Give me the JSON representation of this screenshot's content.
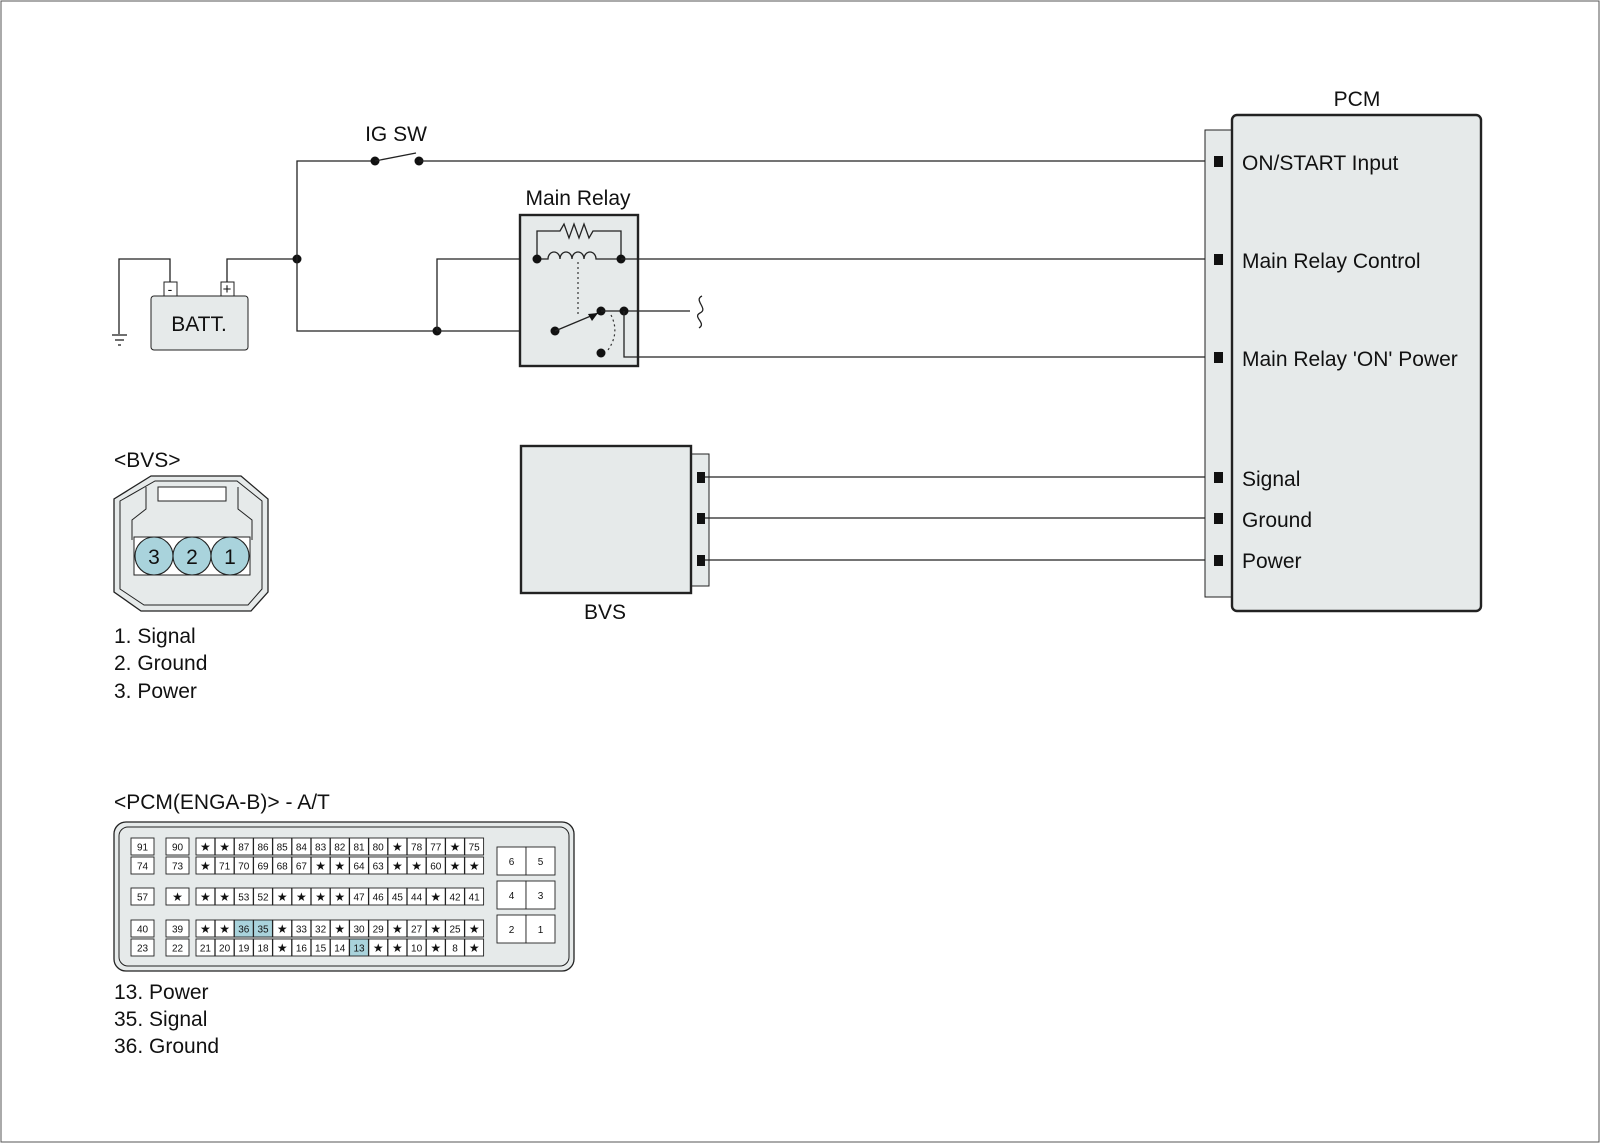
{
  "labels": {
    "ig_sw": "IG SW",
    "main_relay": "Main Relay",
    "batt": "BATT.",
    "batt_minus": "-",
    "batt_plus": "+",
    "pcm": "PCM",
    "bvs_box": "BVS",
    "bvs_connector": "<BVS>",
    "pcm_connector": "<PCM(ENGA-B)> - A/T"
  },
  "pcm_pins": [
    "ON/START Input",
    "Main Relay Control",
    "Main Relay 'ON' Power",
    "Signal",
    "Ground",
    "Power"
  ],
  "bvs_connector_pins": [
    "3",
    "2",
    "1"
  ],
  "bvs_pin_list": [
    "1. Signal",
    "2. Ground",
    "3. Power"
  ],
  "pcm_pin_list": [
    "13. Power",
    "35. Signal",
    "36. Ground"
  ],
  "pcm_connector_rows": [
    [
      "91",
      "90",
      "★",
      "★",
      "87",
      "86",
      "85",
      "84",
      "83",
      "82",
      "81",
      "80",
      "★",
      "78",
      "77",
      "★",
      "75"
    ],
    [
      "74",
      "73",
      "★",
      "71",
      "70",
      "69",
      "68",
      "67",
      "★",
      "★",
      "64",
      "63",
      "★",
      "★",
      "60",
      "★",
      "★"
    ],
    [
      "57",
      "★",
      "★",
      "★",
      "53",
      "52",
      "★",
      "★",
      "★",
      "★",
      "47",
      "46",
      "45",
      "44",
      "★",
      "42",
      "41"
    ],
    [
      "40",
      "39",
      "★",
      "★",
      "36",
      "35",
      "★",
      "33",
      "32",
      "★",
      "30",
      "29",
      "★",
      "27",
      "★",
      "25",
      "★"
    ],
    [
      "23",
      "22",
      "21",
      "20",
      "19",
      "18",
      "★",
      "16",
      "15",
      "14",
      "13",
      "★",
      "★",
      "10",
      "★",
      "8",
      "★"
    ]
  ],
  "pcm_connector_right": [
    [
      "6",
      "5"
    ],
    [
      "4",
      "3"
    ],
    [
      "2",
      "1"
    ]
  ],
  "highlighted_pins": [
    "13",
    "35",
    "36"
  ],
  "colors": {
    "module_fill": "#e6eaea",
    "pin_highlight": "#a9d3dc",
    "line": "#222222"
  }
}
